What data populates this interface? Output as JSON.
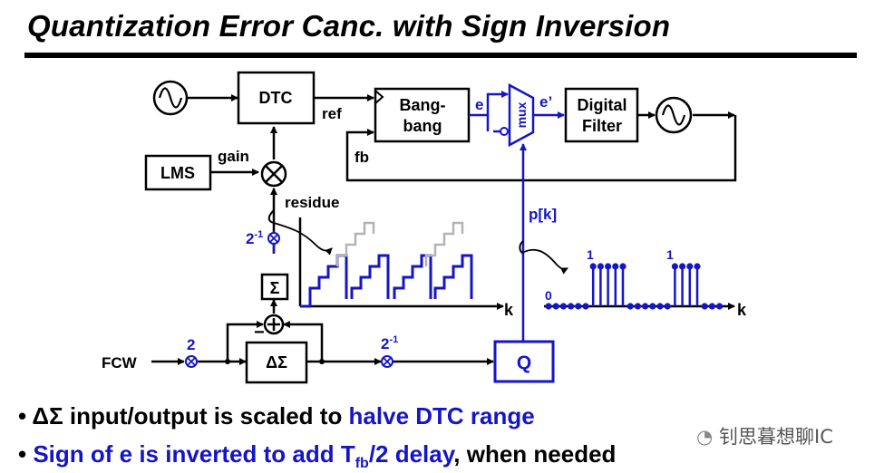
{
  "title": "Quantization Error Canc. with Sign Inversion",
  "blocks": {
    "dtc": "DTC",
    "bangbang_line1": "Bang-",
    "bangbang_line2": "bang",
    "mux": "mux",
    "digital_filter_line1": "Digital",
    "digital_filter_line2": "Filter",
    "lms": "LMS",
    "sigma": "Σ",
    "delta_sigma": "ΔΣ",
    "quantizer": "Q"
  },
  "signals": {
    "ref": "ref",
    "fb": "fb",
    "e": "e",
    "e_prime": "e’",
    "gain": "gain",
    "residue": "residue",
    "pk": "p[k]",
    "fcw": "FCW",
    "scale_half_base": "2",
    "scale_half_exp": "-1",
    "scale_two": "2",
    "scale_half2_base": "2",
    "scale_half2_exp": "-1",
    "minus": "−"
  },
  "plots": {
    "residue_axis": "k",
    "pk_axis": "k",
    "pk_level_one_a": "1",
    "pk_level_one_b": "1",
    "pk_level_zero": "0"
  },
  "bullets": {
    "b1_black": "ΔΣ input/output is scaled to ",
    "b1_blue": "halve DTC range",
    "b2_blue_pre": "Sign of e is inverted to add T",
    "b2_blue_sub": "fb",
    "b2_blue_post": "/2 delay",
    "b2_black": ", when needed"
  },
  "watermark": "钊思暮想聊IC",
  "colors": {
    "accent_blue": "#1515c8",
    "gray_step": "#b3b3b3",
    "black": "#000000"
  }
}
